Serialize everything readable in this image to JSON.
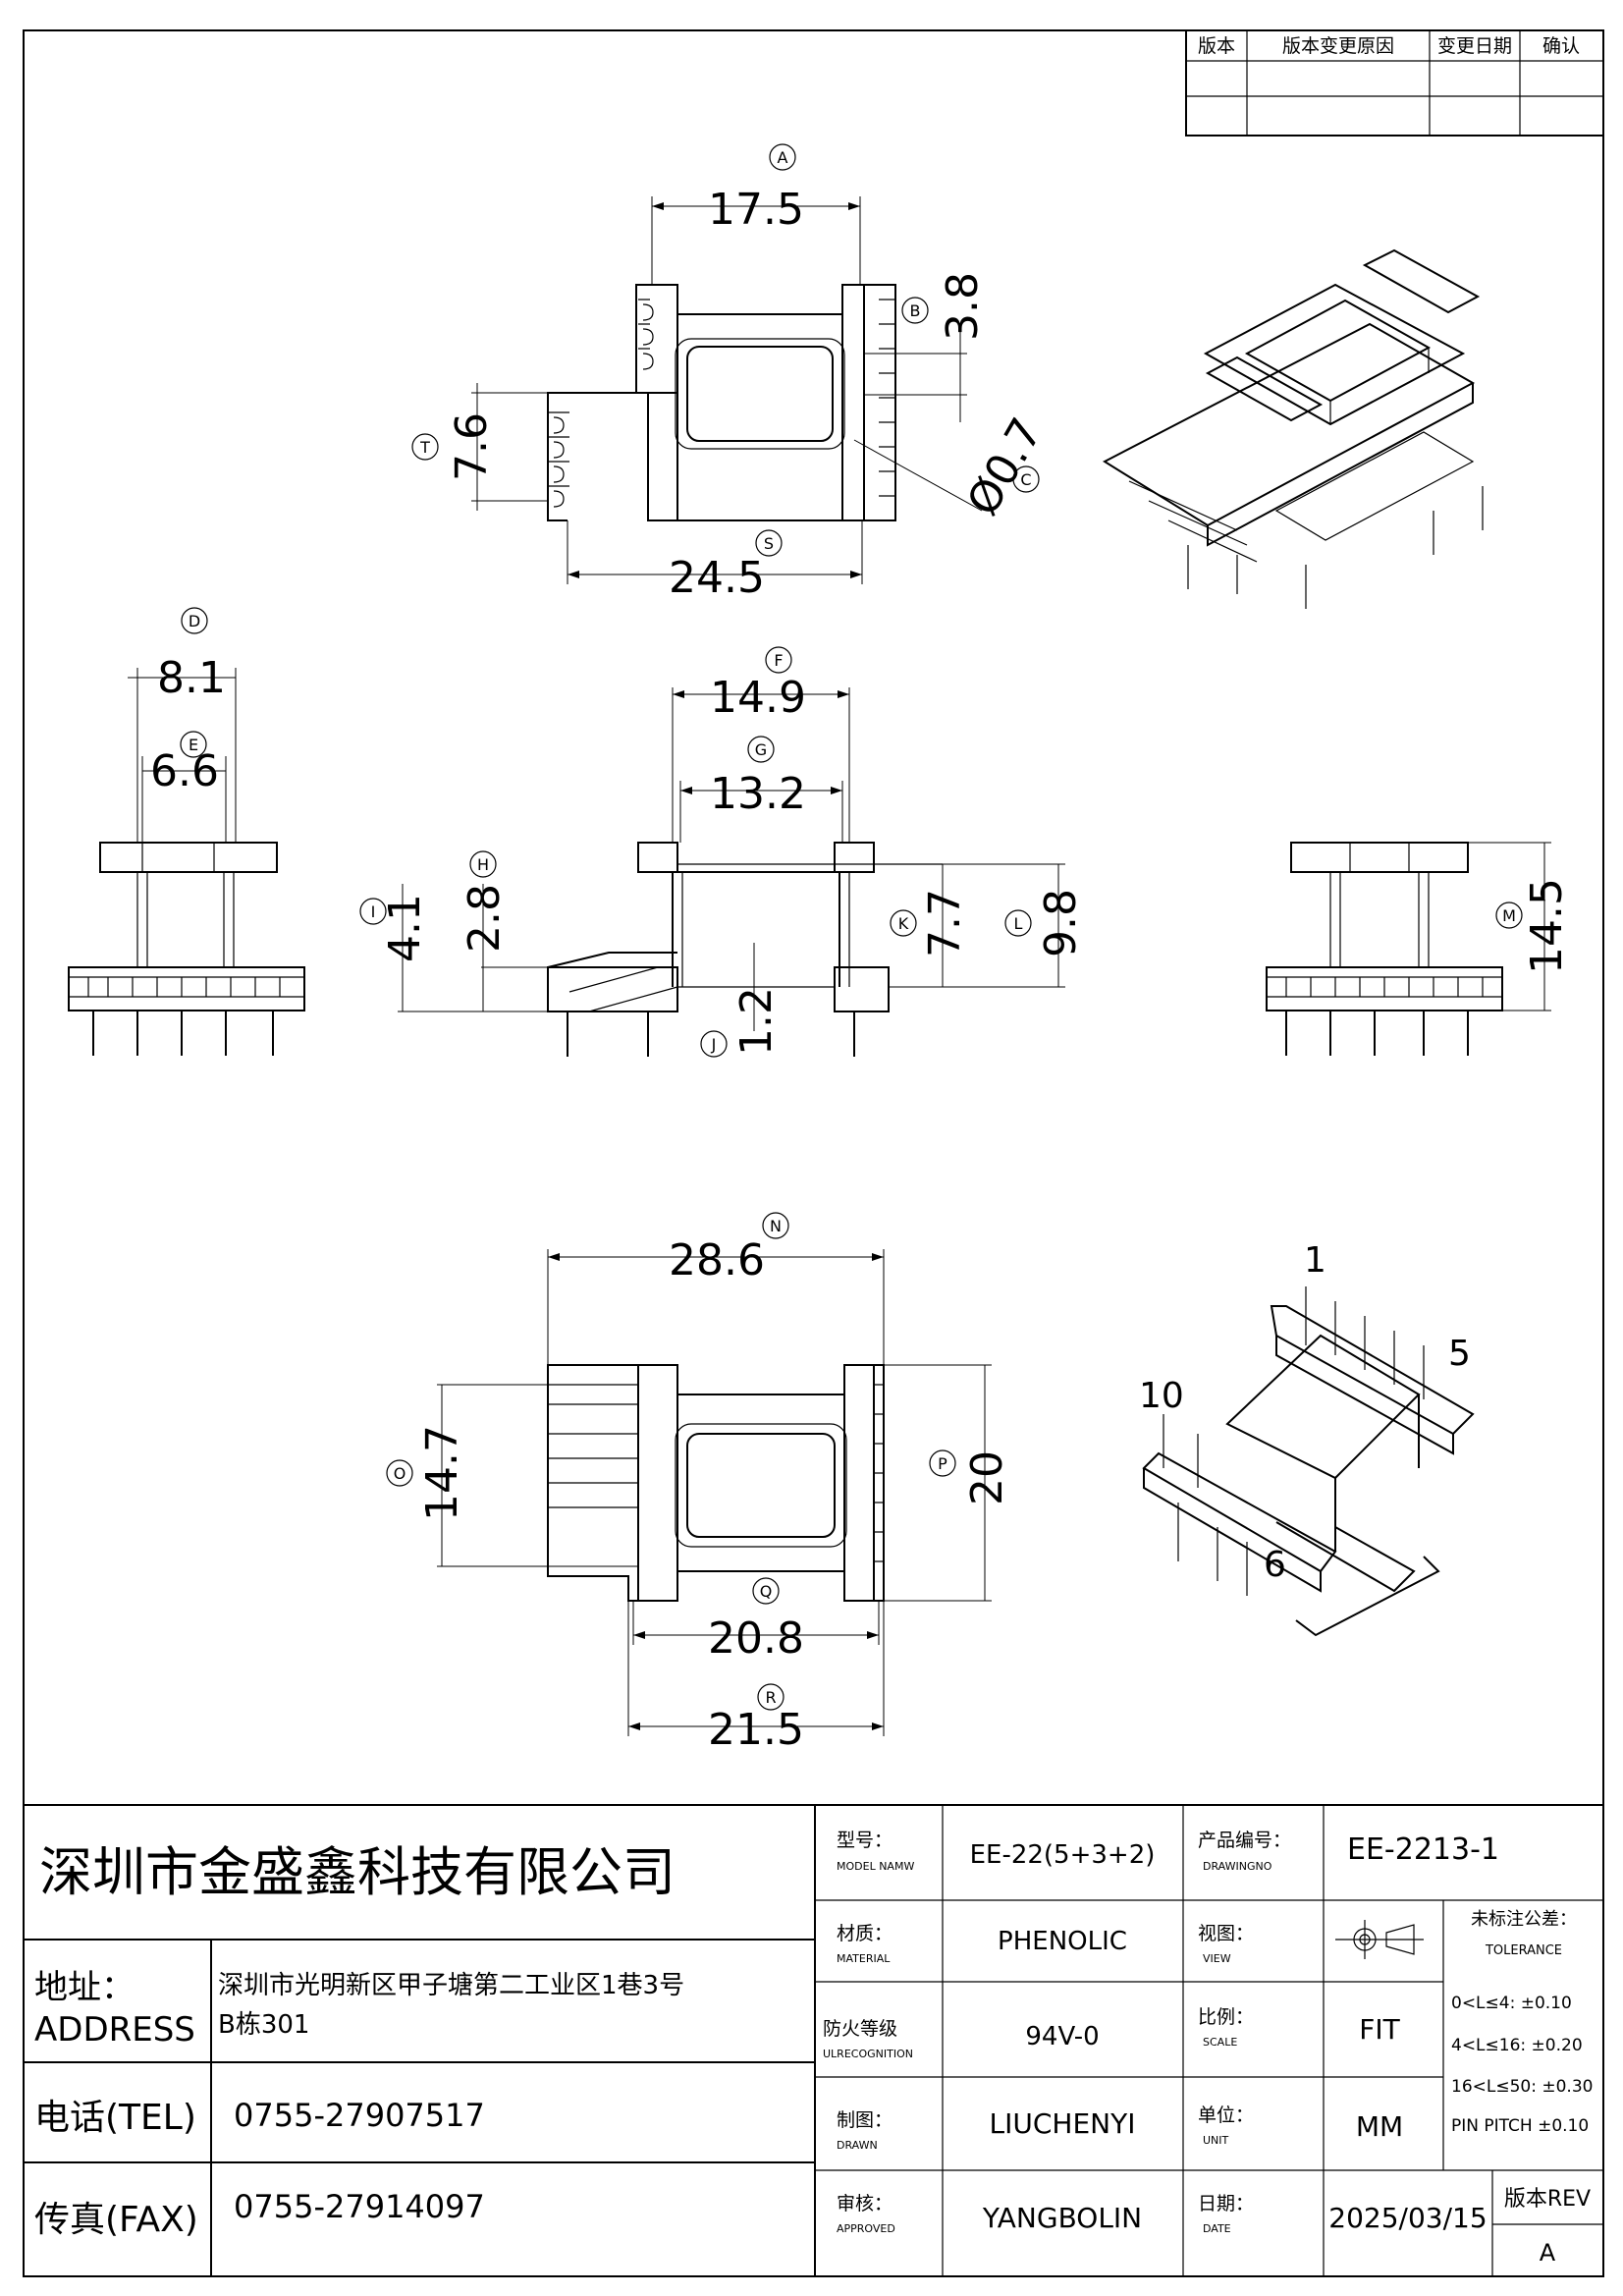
{
  "revision_table": {
    "headers": [
      "版本",
      "版本变更原因",
      "变更日期",
      "确认"
    ]
  },
  "dimensions": {
    "A": "17.5",
    "B": "3.8",
    "C": "Ø0.7",
    "S": "24.5",
    "T": "7.6",
    "D": "8.1",
    "E": "6.6",
    "F": "14.9",
    "G": "13.2",
    "H": "2.8",
    "I": "4.1",
    "J": "1.2",
    "K": "7.7",
    "L": "9.8",
    "M": "14.5",
    "N": "28.6",
    "O": "14.7",
    "P": "20",
    "Q": "20.8",
    "R": "21.5"
  },
  "pin_labels": [
    "1",
    "5",
    "10",
    "6"
  ],
  "title_block": {
    "company": "深圳市金盛鑫科技有限公司",
    "address_label": "地址：",
    "address_label_en": "ADDRESS",
    "address_line1": "深圳市光明新区甲子塘第二工业区1巷3号",
    "address_line2": "B栋301",
    "tel_label": "电话(TEL)",
    "tel": "0755-27907517",
    "fax_label": "传真(FAX)",
    "fax": "0755-27914097",
    "model_label": "型号：",
    "model_label_en": "MODEL NAMW",
    "model": "EE-22(5+3+2)",
    "product_no_label": "产品编号：",
    "product_no_label_en": "DRAWINGNO",
    "product_no": "EE-2213-1",
    "material_label": "材质：",
    "material_label_en": "MATERIAL",
    "material": "PHENOLIC",
    "view_label": "视图：",
    "view_label_en": "VIEW",
    "tolerance_label": "未标注公差：",
    "tolerance_label_en": "TOLERANCE",
    "tolerances": [
      "0<L≤4: ±0.10",
      "4<L≤16: ±0.20",
      "16<L≤50: ±0.30",
      "PIN PITCH ±0.10"
    ],
    "fire_label": "防火等级",
    "fire_label_en": "ULRECOGNITION",
    "fire_rating": "94V-0",
    "scale_label": "比例：",
    "scale_label_en": "SCALE",
    "scale": "FIT",
    "drawn_label": "制图：",
    "drawn_label_en": "DRAWN",
    "drawn": "LIUCHENYI",
    "unit_label": "单位：",
    "unit_label_en": "UNIT",
    "unit": "MM",
    "approved_label": "审核：",
    "approved_label_en": "APPROVED",
    "approved": "YANGBOLIN",
    "date_label": "日期：",
    "date_label_en": "DATE",
    "date": "2025/03/15",
    "rev_label": "版本REV",
    "rev": "A"
  }
}
